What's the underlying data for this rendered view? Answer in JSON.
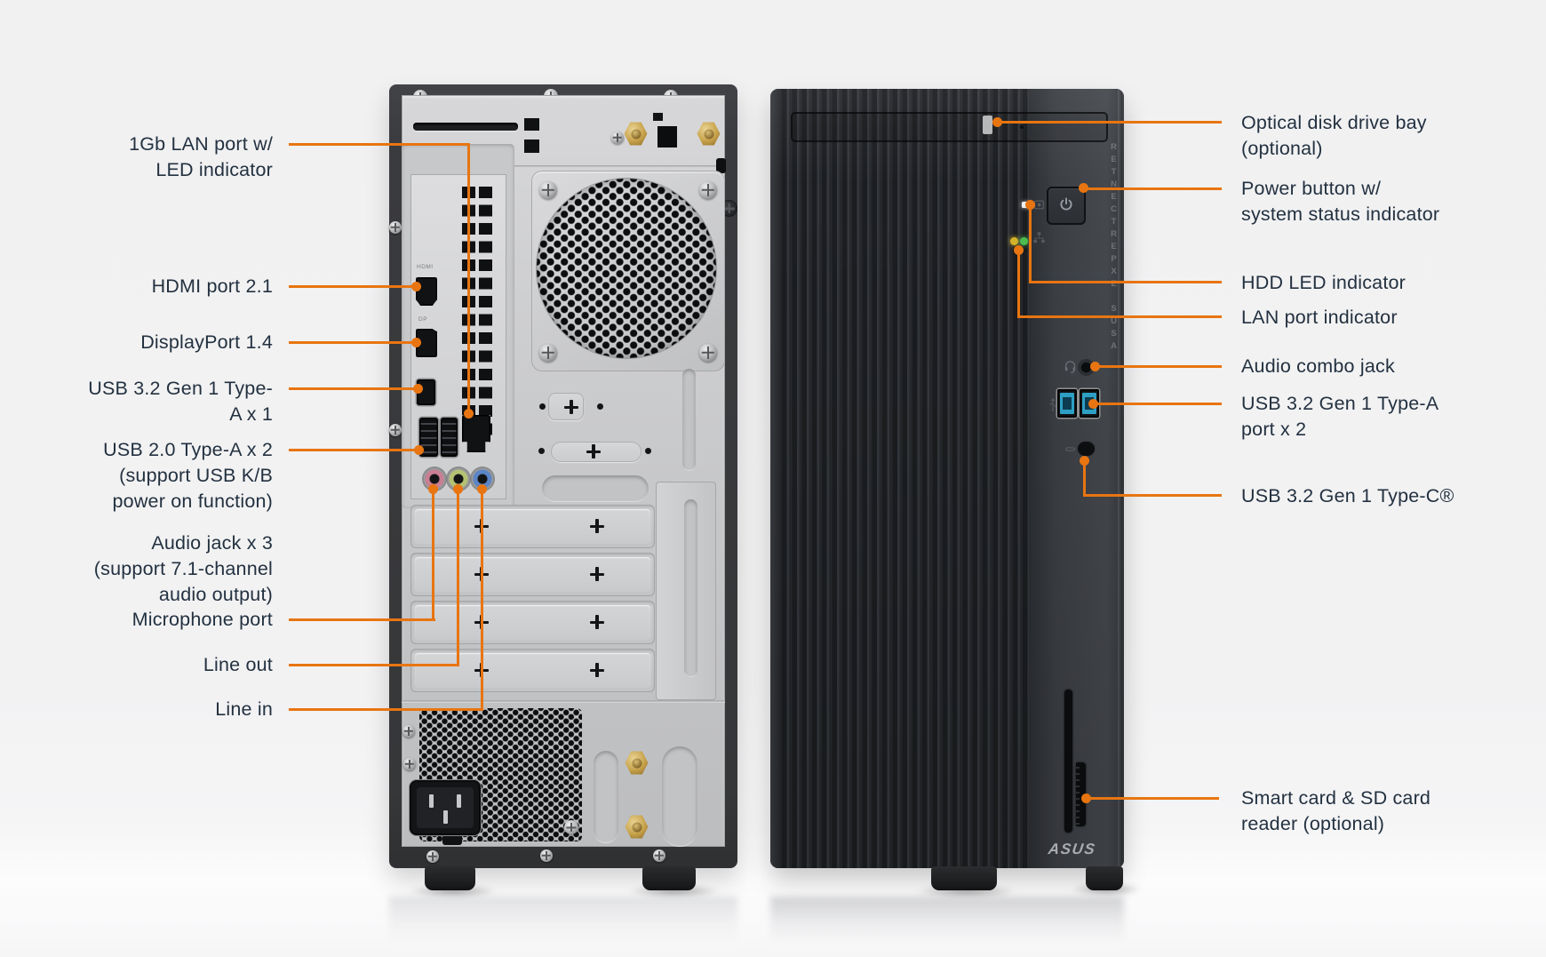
{
  "colors": {
    "accent": "#E87511",
    "label": "#233140",
    "led_yellow": "#D4B22A",
    "led_green": "#4DBB4F",
    "usb_blue": "#2E9FC4",
    "jack_pink": "#C97E93",
    "jack_green": "#B5C273",
    "jack_blue": "#5C85C8",
    "gold": "#C7A24B"
  },
  "left_callouts": [
    {
      "id": "lan-port",
      "lines": [
        "1Gb LAN port w/",
        "LED indicator"
      ]
    },
    {
      "id": "hdmi",
      "lines": [
        "HDMI port 2.1"
      ]
    },
    {
      "id": "displayport",
      "lines": [
        "DisplayPort 1.4"
      ]
    },
    {
      "id": "usb32-typea",
      "lines": [
        "USB 3.2 Gen 1 Type-",
        "A x 1"
      ]
    },
    {
      "id": "usb20-typea",
      "lines": [
        "USB 2.0 Type-A x 2",
        "(support USB K/B",
        "power on function)"
      ]
    },
    {
      "id": "audio-jacks",
      "lines": [
        "Audio jack x 3",
        "(support 7.1-channel",
        "audio output)"
      ]
    },
    {
      "id": "microphone",
      "lines": [
        "Microphone port"
      ]
    },
    {
      "id": "line-out",
      "lines": [
        "Line out"
      ]
    },
    {
      "id": "line-in",
      "lines": [
        "Line in"
      ]
    }
  ],
  "right_callouts": [
    {
      "id": "optical-drive",
      "lines": [
        "Optical disk drive bay",
        "(optional)"
      ]
    },
    {
      "id": "power-button",
      "lines": [
        "Power button w/",
        "system status indicator"
      ]
    },
    {
      "id": "hdd-led",
      "lines": [
        "HDD LED indicator"
      ]
    },
    {
      "id": "lan-indicator",
      "lines": [
        "LAN port indicator"
      ]
    },
    {
      "id": "audio-combo",
      "lines": [
        "Audio combo jack"
      ]
    },
    {
      "id": "usb32-front-a",
      "lines": [
        "USB 3.2 Gen 1 Type-A",
        "port x 2"
      ]
    },
    {
      "id": "usb32-typec",
      "lines": [
        "USB 3.2 Gen 1 Type-C®"
      ]
    },
    {
      "id": "card-reader",
      "lines": [
        "Smart card & SD card",
        "reader (optional)"
      ]
    }
  ],
  "back_panel": {
    "hdmi_label": "HDMI",
    "dp_label": "DP"
  },
  "front_panel": {
    "vertical_brand": "ASUS EXPERTCENTER",
    "logo": "ASUS"
  }
}
